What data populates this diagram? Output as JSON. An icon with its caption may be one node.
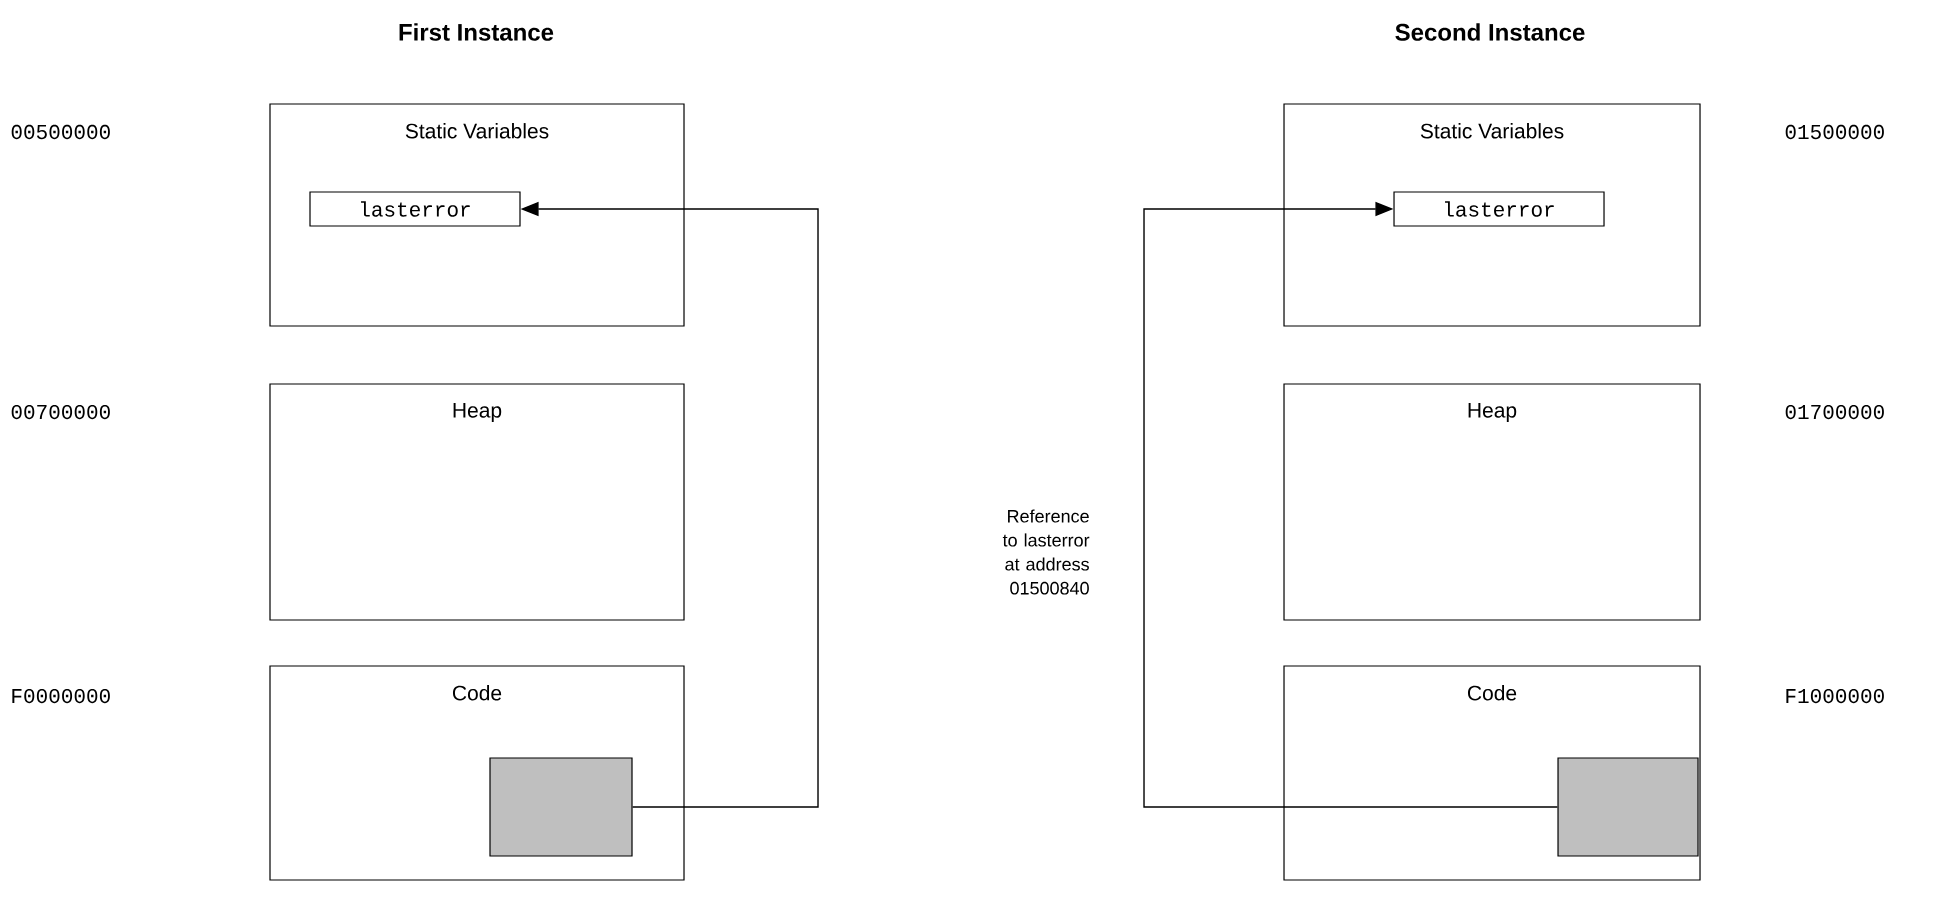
{
  "diagram": {
    "nodes": [
      {
        "text": [
          "Static Variables"
        ]
      },
      {
        "text": [
          "lasterror"
        ],
        "in": 0
      },
      {
        "text": [
          "Heap"
        ]
      },
      {
        "text": [
          "Code"
        ]
      },
      {
        "text": [],
        "shape": "box",
        "in": 3
      },
      {
        "text": [
          "Static Variables"
        ]
      },
      {
        "text": [
          "lasterror"
        ],
        "in": 5
      },
      {
        "text": [
          "Heap"
        ]
      },
      {
        "text": [
          "Code"
        ]
      },
      {
        "text": [],
        "shape": "box",
        "in": 8
      }
    ],
    "edges": [
      {
        "from": 4,
        "to": 1,
        "arrow": "to"
      },
      {
        "from": 9,
        "to": 6,
        "arrow": "to",
        "label": "Reference to lasterror at address 01500840"
      }
    ],
    "labels": [
      "First Instance",
      "Second Instance",
      "00500000",
      "01500000",
      "00700000",
      "01700000",
      "F0000000",
      "F1000000"
    ]
  }
}
